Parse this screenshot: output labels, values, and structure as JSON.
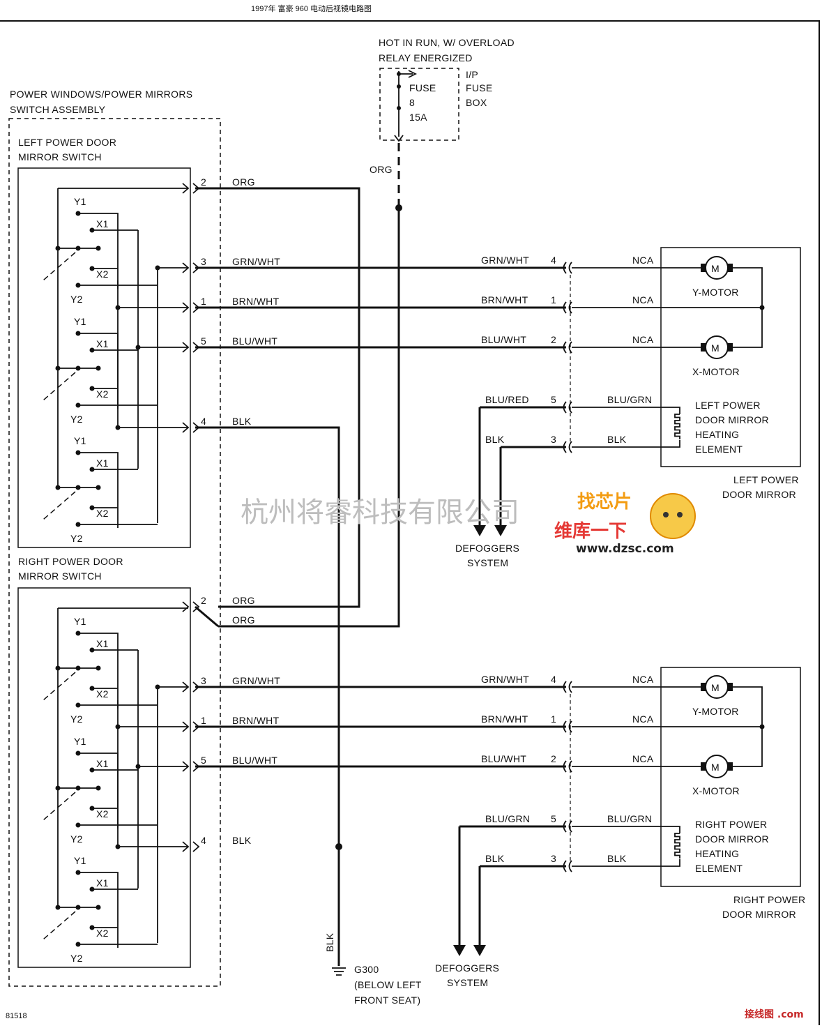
{
  "header_title": "1997年 富豪 960 电动后视镜电路图",
  "power_source": {
    "line1": "HOT IN RUN, W/ OVERLOAD",
    "line2": "RELAY ENERGIZED",
    "fuse_label": "FUSE",
    "fuse_num": "8",
    "fuse_amp": "15A",
    "box_line1": "I/P",
    "box_line2": "FUSE",
    "box_line3": "BOX",
    "feed_wire": "ORG"
  },
  "switch_assembly": {
    "line1": "POWER WINDOWS/POWER MIRRORS",
    "line2": "SWITCH ASSEMBLY",
    "left_switch_line1": "LEFT POWER DOOR",
    "left_switch_line2": "MIRROR SWITCH",
    "right_switch_line1": "RIGHT POWER DOOR",
    "right_switch_line2": "MIRROR SWITCH",
    "contacts": {
      "y1": "Y1",
      "x1": "X1",
      "x2": "X2",
      "y2": "Y2"
    }
  },
  "left_wires": [
    {
      "pin": "2",
      "color": "ORG"
    },
    {
      "pin": "3",
      "color": "GRN/WHT"
    },
    {
      "pin": "1",
      "color": "BRN/WHT"
    },
    {
      "pin": "5",
      "color": "BLU/WHT"
    },
    {
      "pin": "4",
      "color": "BLK"
    }
  ],
  "right_wires": [
    {
      "pin": "2",
      "color": "ORG"
    },
    {
      "pin": "",
      "color": "ORG"
    },
    {
      "pin": "3",
      "color": "GRN/WHT"
    },
    {
      "pin": "1",
      "color": "BRN/WHT"
    },
    {
      "pin": "5",
      "color": "BLU/WHT"
    },
    {
      "pin": "4",
      "color": "BLK"
    }
  ],
  "left_mirror": {
    "rows": [
      {
        "wire_in": "GRN/WHT",
        "pin": "4",
        "wire_out": "NCA"
      },
      {
        "wire_in": "BRN/WHT",
        "pin": "1",
        "wire_out": "NCA"
      },
      {
        "wire_in": "BLU/WHT",
        "pin": "2",
        "wire_out": "NCA"
      },
      {
        "wire_in": "BLU/RED",
        "pin": "5",
        "wire_out": "BLU/GRN"
      },
      {
        "wire_in": "BLK",
        "pin": "3",
        "wire_out": "BLK"
      }
    ],
    "y_motor": "Y-MOTOR",
    "x_motor": "X-MOTOR",
    "motor_symbol": "M",
    "heater_line1": "LEFT POWER",
    "heater_line2": "DOOR MIRROR",
    "heater_line3": "HEATING",
    "heater_line4": "ELEMENT",
    "name_line1": "LEFT POWER",
    "name_line2": "DOOR MIRROR",
    "defog_line1": "DEFOGGERS",
    "defog_line2": "SYSTEM"
  },
  "right_mirror": {
    "rows": [
      {
        "wire_in": "GRN/WHT",
        "pin": "4",
        "wire_out": "NCA"
      },
      {
        "wire_in": "BRN/WHT",
        "pin": "1",
        "wire_out": "NCA"
      },
      {
        "wire_in": "BLU/WHT",
        "pin": "2",
        "wire_out": "NCA"
      },
      {
        "wire_in": "BLU/GRN",
        "pin": "5",
        "wire_out": "BLU/GRN"
      },
      {
        "wire_in": "BLK",
        "pin": "3",
        "wire_out": "BLK"
      }
    ],
    "y_motor": "Y-MOTOR",
    "x_motor": "X-MOTOR",
    "motor_symbol": "M",
    "heater_line1": "RIGHT POWER",
    "heater_line2": "DOOR MIRROR",
    "heater_line3": "HEATING",
    "heater_line4": "ELEMENT",
    "name_line1": "RIGHT POWER",
    "name_line2": "DOOR MIRROR",
    "defog_line1": "DEFOGGERS",
    "defog_line2": "SYSTEM"
  },
  "ground": {
    "wire": "BLK",
    "id": "G300",
    "line2": "(BELOW LEFT",
    "line3": "FRONT SEAT)"
  },
  "figure_number": "81518",
  "watermarks": {
    "company": "杭州将睿科技有限公司",
    "logo_chars": "找芯片",
    "logo_slogan": "维库一下",
    "logo_url": "www.dzsc.com",
    "corner": "接线图 .com"
  }
}
